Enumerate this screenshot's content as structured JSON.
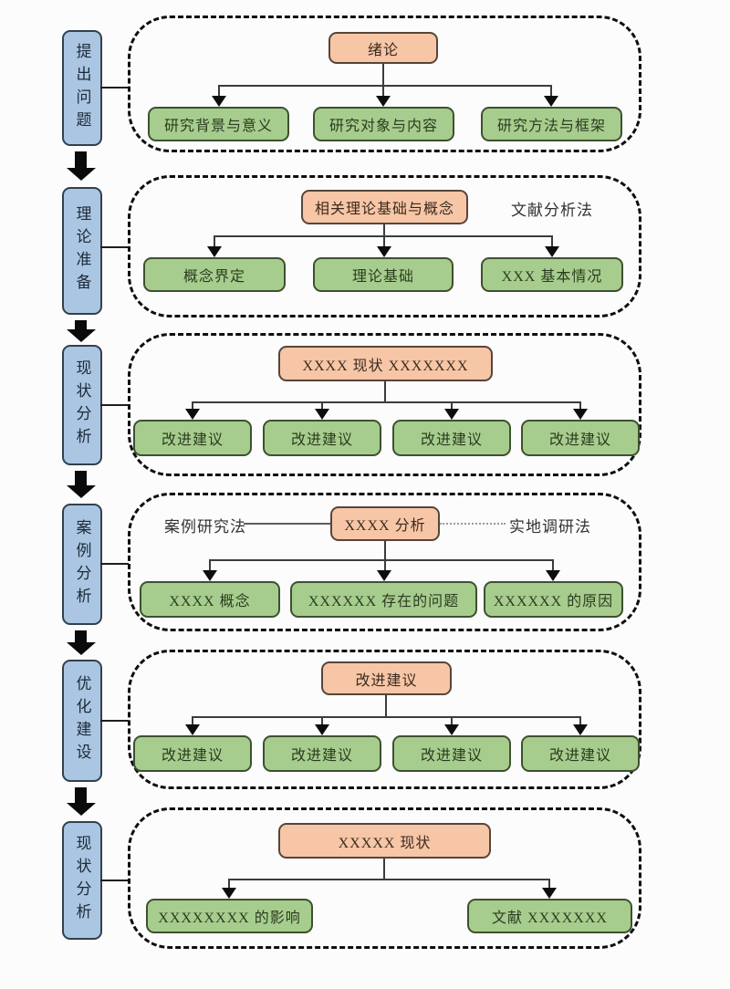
{
  "sections": [
    {
      "stage": "提出问题",
      "topic": "绪论",
      "children": [
        "研究背景与意义",
        "研究对象与内容",
        "研究方法与框架"
      ]
    },
    {
      "stage": "理论准备",
      "topic": "相关理论基础与概念",
      "method_label": "文献分析法",
      "children": [
        "概念界定",
        "理论基础",
        "XXX 基本情况"
      ]
    },
    {
      "stage": "现状分析",
      "topic": "XXXX 现状 XXXXXXX",
      "children": [
        "改进建议",
        "改进建议",
        "改进建议",
        "改进建议"
      ]
    },
    {
      "stage": "案例分析",
      "topic": "XXXX 分析",
      "method_label_left": "案例研究法",
      "method_label_right": "实地调研法",
      "children": [
        "XXXX 概念",
        "XXXXXX 存在的问题",
        "XXXXXX 的原因"
      ]
    },
    {
      "stage": "优化建设",
      "topic": "改进建议",
      "children": [
        "改进建议",
        "改进建议",
        "改进建议",
        "改进建议"
      ]
    },
    {
      "stage": "现状分析",
      "topic": "XXXXX 现状",
      "children": [
        "XXXXXXXX 的影响",
        "文献 XXXXXXX"
      ]
    }
  ],
  "colors": {
    "stage_fill": "#abc6e2",
    "topic_fill": "#f6c6a6",
    "leaf_fill": "#a6cd8d",
    "panel_border": "#0e0e0e"
  }
}
